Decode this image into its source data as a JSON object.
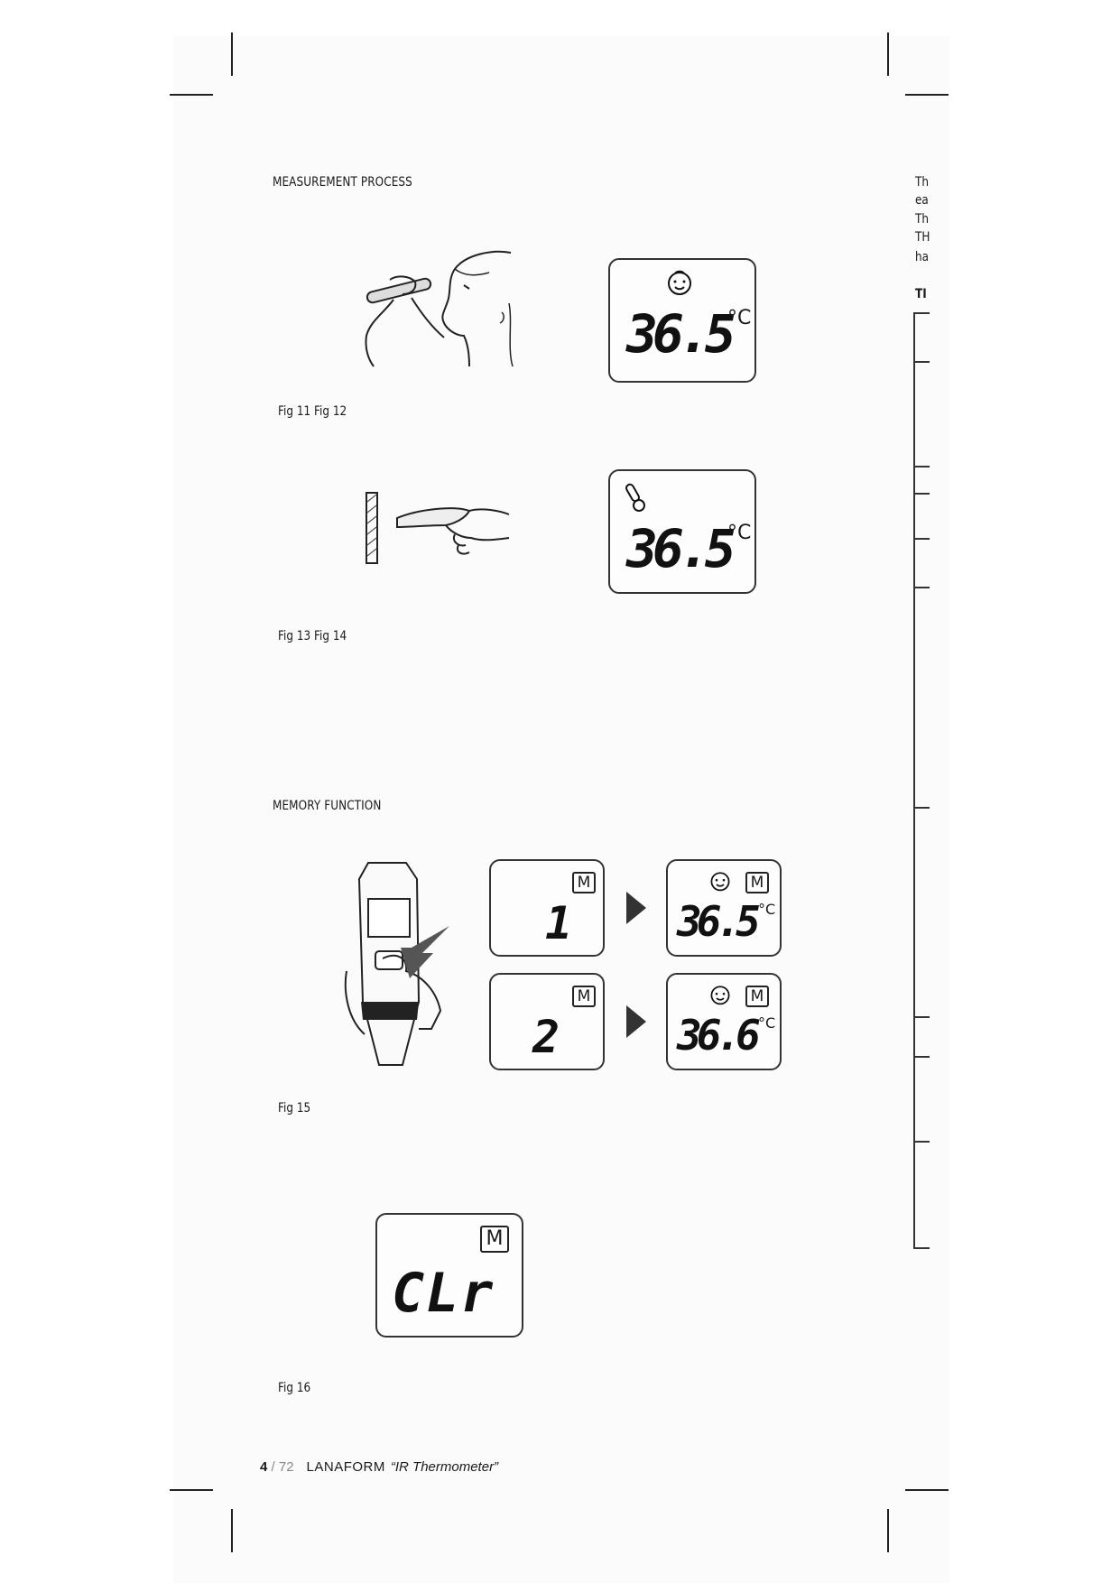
{
  "sections": {
    "measurement_title": "MEASUREMENT PROCESS",
    "memory_title": "MEMORY FUNCTION"
  },
  "captions": {
    "fig11_12": "Fig 11    Fig 12",
    "fig13_14": "Fig 13    Fig 14",
    "fig15": "Fig 15",
    "fig16": "Fig 16"
  },
  "displays": {
    "fig12_value": "36.5",
    "fig14_value": "36.5",
    "mem1_index": "1",
    "mem1_value": "36.5",
    "mem2_index": "2",
    "mem2_value": "36.6",
    "clear_text": "CLr",
    "unit": "°C",
    "memory_flag": "M"
  },
  "right_column": {
    "lines": [
      "Th",
      "ea",
      "Th",
      "TH",
      "ha"
    ],
    "heading": "TI"
  },
  "footer": {
    "page": "4",
    "total": " / 72",
    "brand": "LANAFORM",
    "model": "“IR Thermometer”"
  }
}
